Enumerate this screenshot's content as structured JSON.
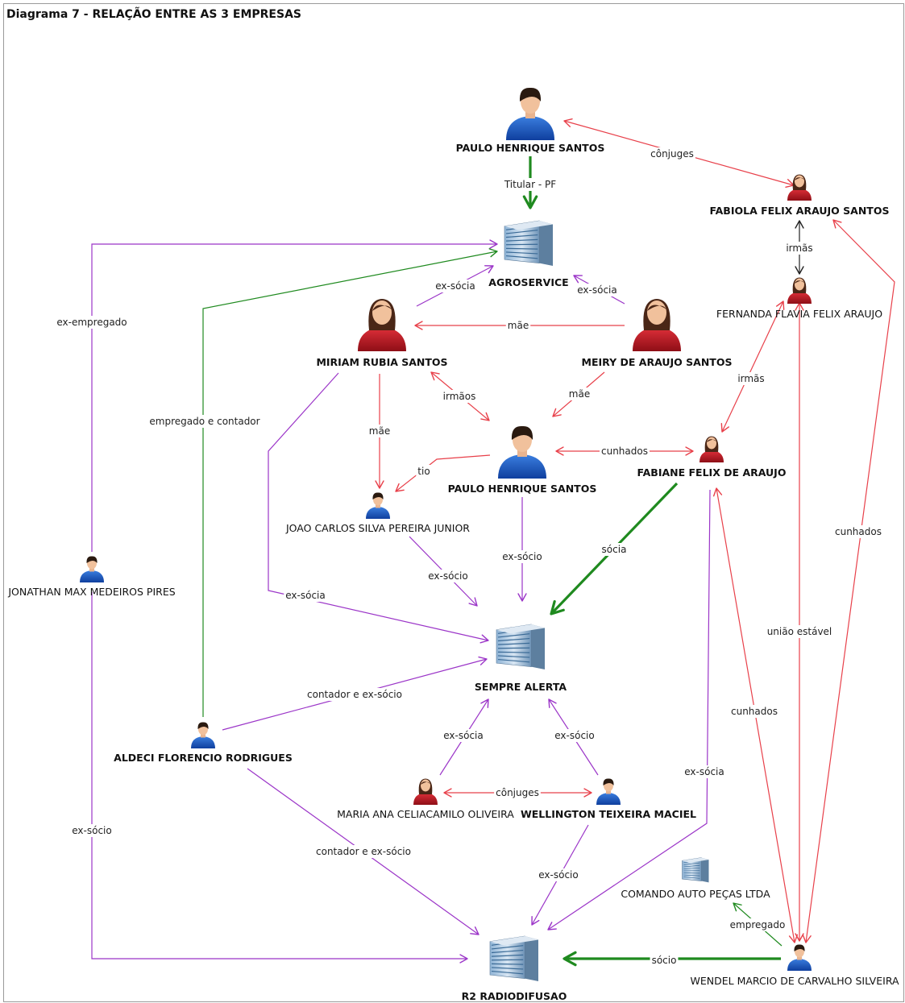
{
  "title": "Diagrama 7 - RELAÇÃO ENTRE AS 3 EMPRESAS",
  "colors": {
    "red": "#e8404a",
    "purple": "#9b35c8",
    "green": "#1f8a1f",
    "black": "#222222"
  },
  "nodes": [
    {
      "id": "paulo_top",
      "kind": "person-male-large",
      "label": "PAULO HENRIQUE SANTOS",
      "bold": true
    },
    {
      "id": "fabiola",
      "kind": "person-female-small",
      "label": "FABIOLA FELIX ARAUJO SANTOS",
      "bold": true
    },
    {
      "id": "agroservice",
      "kind": "building",
      "label": "AGROSERVICE",
      "bold": true
    },
    {
      "id": "fernanda",
      "kind": "person-female-small",
      "label": "FERNANDA FLAVIA FELIX ARAUJO",
      "bold": false
    },
    {
      "id": "miriam",
      "kind": "person-female-large",
      "label": "MIRIAM RUBIA SANTOS",
      "bold": true
    },
    {
      "id": "meiry",
      "kind": "person-female-large",
      "label": "MEIRY DE ARAUJO SANTOS",
      "bold": true
    },
    {
      "id": "paulo_mid",
      "kind": "person-male-large",
      "label": "PAULO HENRIQUE SANTOS",
      "bold": true
    },
    {
      "id": "fabiane",
      "kind": "person-female-small",
      "label": "FABIANE FELIX DE ARAUJO",
      "bold": true
    },
    {
      "id": "joao",
      "kind": "person-male-small",
      "label": "JOAO CARLOS SILVA PEREIRA JUNIOR",
      "bold": false
    },
    {
      "id": "jonathan",
      "kind": "person-male-small",
      "label": "JONATHAN MAX MEDEIROS PIRES",
      "bold": false
    },
    {
      "id": "sempre",
      "kind": "building",
      "label": "SEMPRE ALERTA",
      "bold": true
    },
    {
      "id": "aldeci",
      "kind": "person-male-small",
      "label": "ALDECI FLORENCIO RODRIGUES",
      "bold": true
    },
    {
      "id": "maria",
      "kind": "person-female-small",
      "label": "MARIA ANA CELIACAMILO OLIVEIRA",
      "bold": false
    },
    {
      "id": "wellington",
      "kind": "person-male-small",
      "label": "WELLINGTON TEIXEIRA MACIEL",
      "bold": true
    },
    {
      "id": "comando",
      "kind": "building-small",
      "label": "COMANDO AUTO PEÇAS LTDA",
      "bold": false
    },
    {
      "id": "r2",
      "kind": "building",
      "label": "R2 RADIODIFUSAO",
      "bold": true
    },
    {
      "id": "wendel",
      "kind": "person-male-small",
      "label": "WENDEL MARCIO DE CARVALHO SILVEIRA",
      "bold": false
    }
  ],
  "edges": [
    {
      "id": "e1",
      "from": "paulo_top",
      "to": "fabiola",
      "label": "cônjuges",
      "color": "red",
      "directed": "both"
    },
    {
      "id": "e2",
      "from": "paulo_top",
      "to": "agroservice",
      "label": "Titular - PF",
      "color": "green",
      "directed": "to",
      "thick": true
    },
    {
      "id": "e3",
      "from": "fabiola",
      "to": "fernanda",
      "label": "irmãs",
      "color": "black",
      "directed": "both"
    },
    {
      "id": "e4",
      "from": "miriam",
      "to": "agroservice",
      "label": "ex-sócia",
      "color": "purple",
      "directed": "to"
    },
    {
      "id": "e5",
      "from": "meiry",
      "to": "agroservice",
      "label": "ex-sócia",
      "color": "purple",
      "directed": "to"
    },
    {
      "id": "e6",
      "from": "meiry",
      "to": "miriam",
      "label": "mãe",
      "color": "red",
      "directed": "to"
    },
    {
      "id": "e7",
      "from": "jonathan",
      "to": "agroservice",
      "label": "ex-empregado",
      "color": "purple",
      "directed": "to"
    },
    {
      "id": "e8",
      "from": "aldeci",
      "to": "agroservice",
      "label": "empregado e contador",
      "color": "green",
      "directed": "to"
    },
    {
      "id": "e9",
      "from": "miriam",
      "to": "paulo_mid",
      "label": "irmãos",
      "color": "red",
      "directed": "both"
    },
    {
      "id": "e10",
      "from": "meiry",
      "to": "paulo_mid",
      "label": "mãe",
      "color": "red",
      "directed": "to"
    },
    {
      "id": "e11",
      "from": "miriam",
      "to": "joao",
      "label": "mãe",
      "color": "red",
      "directed": "to"
    },
    {
      "id": "e12",
      "from": "paulo_mid",
      "to": "joao",
      "label": "tio",
      "color": "red",
      "directed": "to"
    },
    {
      "id": "e13",
      "from": "paulo_mid",
      "to": "fabiane",
      "label": "cunhados",
      "color": "red",
      "directed": "both"
    },
    {
      "id": "e14",
      "from": "fernanda",
      "to": "fabiane",
      "label": "irmãs",
      "color": "red",
      "directed": "both"
    },
    {
      "id": "e15",
      "from": "joao",
      "to": "sempre",
      "label": "ex-sócio",
      "color": "purple",
      "directed": "to"
    },
    {
      "id": "e16",
      "from": "paulo_mid",
      "to": "sempre",
      "label": "ex-sócio",
      "color": "purple",
      "directed": "to"
    },
    {
      "id": "e17",
      "from": "fabiane",
      "to": "sempre",
      "label": "sócia",
      "color": "green",
      "directed": "to",
      "thick": true
    },
    {
      "id": "e18",
      "from": "miriam",
      "to": "sempre",
      "label": "ex-sócia",
      "color": "purple",
      "directed": "to"
    },
    {
      "id": "e19",
      "from": "aldeci",
      "to": "sempre",
      "label": "contador e ex-sócio",
      "color": "purple",
      "directed": "to"
    },
    {
      "id": "e20",
      "from": "maria",
      "to": "sempre",
      "label": "ex-sócia",
      "color": "purple",
      "directed": "to"
    },
    {
      "id": "e21",
      "from": "wellington",
      "to": "sempre",
      "label": "ex-sócio",
      "color": "purple",
      "directed": "to"
    },
    {
      "id": "e22",
      "from": "maria",
      "to": "wellington",
      "label": "cônjuges",
      "color": "red",
      "directed": "both"
    },
    {
      "id": "e23",
      "from": "fabiola",
      "to": "wendel",
      "label": "cunhados",
      "color": "red",
      "directed": "both"
    },
    {
      "id": "e24",
      "from": "fernanda",
      "to": "wendel",
      "label": "união estável",
      "color": "red",
      "directed": "both"
    },
    {
      "id": "e25",
      "from": "fabiane",
      "to": "wendel",
      "label": "cunhados",
      "color": "red",
      "directed": "both"
    },
    {
      "id": "e26",
      "from": "fabiane",
      "to": "r2",
      "label": "ex-sócia",
      "color": "purple",
      "directed": "to"
    },
    {
      "id": "e27",
      "from": "jonathan",
      "to": "r2",
      "label": "ex-sócio",
      "color": "purple",
      "directed": "to"
    },
    {
      "id": "e28",
      "from": "aldeci",
      "to": "r2",
      "label": "contador e ex-sócio",
      "color": "purple",
      "directed": "to"
    },
    {
      "id": "e29",
      "from": "wellington",
      "to": "r2",
      "label": "ex-sócio",
      "color": "purple",
      "directed": "to"
    },
    {
      "id": "e30",
      "from": "wendel",
      "to": "comando",
      "label": "empregado",
      "color": "green",
      "directed": "to"
    },
    {
      "id": "e31",
      "from": "wendel",
      "to": "r2",
      "label": "sócio",
      "color": "green",
      "directed": "to",
      "thick": true
    }
  ]
}
